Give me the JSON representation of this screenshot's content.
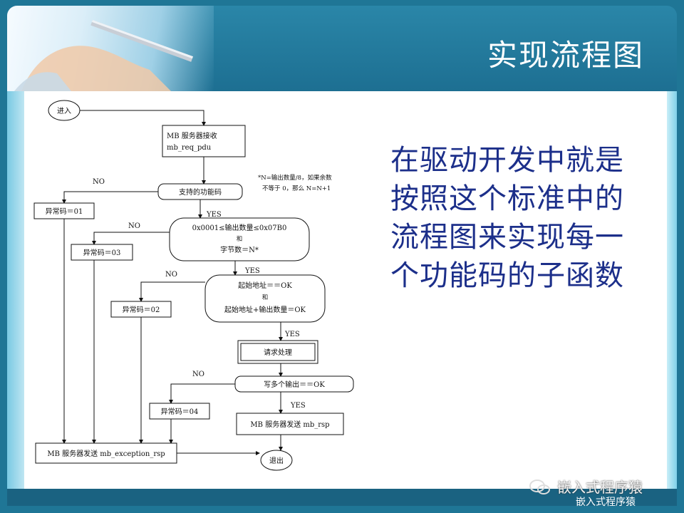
{
  "header": {
    "title": "实现流程图"
  },
  "description": "在驱动开发中就是按照这个标准中的流程图来实现每一个功能码的子函数",
  "flowchart": {
    "start": "进入",
    "receive_line1": "MB 服务器接收",
    "receive_line2": "mb_req_pdu",
    "check_func": "支持的功能码",
    "note_line1": "*N=输出数量/8，如果余数",
    "note_line2": "不等于 0，那么 N=N+1",
    "check_qty_line1": "0x0001≤输出数量≤0x07B0",
    "check_qty_line2": "和",
    "check_qty_line3": "字节数＝N*",
    "check_addr_line1": "起始地址＝＝OK",
    "check_addr_line2": "和",
    "check_addr_line3": "起始地址+输出数量＝OK",
    "process": "请求处理",
    "check_write": "写多个输出＝＝OK",
    "send_rsp": "MB 服务器发送 mb_rsp",
    "send_exception": "MB 服务器发送 mb_exception_rsp",
    "end": "退出",
    "exc_01": "异常码＝01",
    "exc_03": "异常码＝03",
    "exc_02": "异常码＝02",
    "exc_04": "异常码＝04",
    "no": "NO",
    "yes": "YES"
  },
  "watermark": {
    "line1": "嵌入式程序猿",
    "line2": "嵌入式程序猿"
  },
  "colors": {
    "header": "#1f7696",
    "description_text": "#1c2f8a",
    "title_text": "#ffffff"
  },
  "icons": {
    "watermark_logo": "wechat-logo-icon"
  }
}
